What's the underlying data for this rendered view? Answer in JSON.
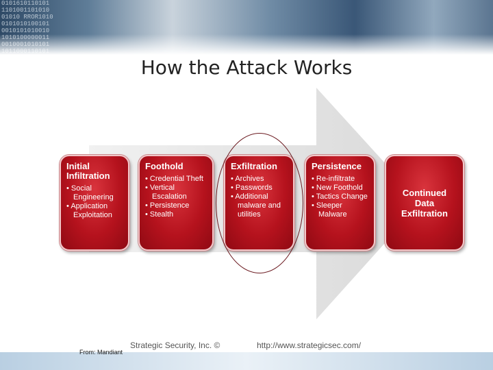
{
  "slide": {
    "title": "How the Attack Works",
    "source": "From: Mandiant",
    "copyright": "Strategic Security, Inc. ©",
    "url": "http://www.strategicsec.com/",
    "banner_binary": "0101610110101\n1101001101010\n01010 RROR1010\n0101010100101\n0010101010010\n1010100000011\n0010001010101\n1011000110101"
  },
  "stages": [
    {
      "title": "Initial Infiltration",
      "items": [
        "Social Engineering",
        "Application Exploitation"
      ]
    },
    {
      "title": "Foothold",
      "items": [
        "Credential Theft",
        "Vertical Escalation",
        "Persistence",
        "Stealth"
      ]
    },
    {
      "title": "Exfiltration",
      "items": [
        "Archives",
        "Passwords",
        "Additional malware and utilities"
      ]
    },
    {
      "title": "Persistence",
      "items": [
        "Re-infiltrate",
        "New Foothold",
        "Tactics Change",
        "Sleeper Malware"
      ]
    },
    {
      "title": "Continued Data Exfiltration",
      "items": []
    }
  ],
  "colors": {
    "box_red": "#b5121d",
    "arrow_grey": "#e7e7e7",
    "highlight_ring": "#6b1a20"
  }
}
